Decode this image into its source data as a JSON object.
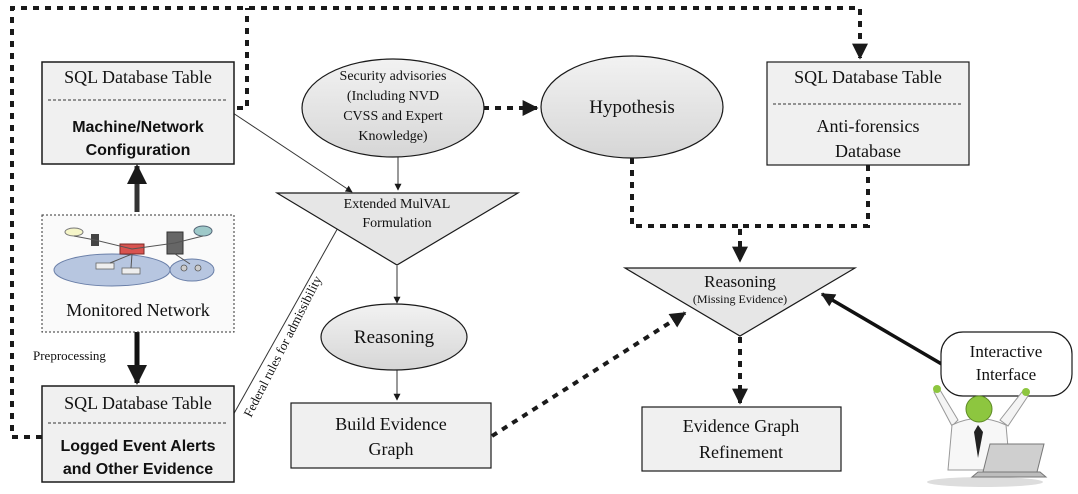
{
  "nodes": {
    "db_machine": {
      "header": "SQL Database Table",
      "lines": [
        "Machine/Network",
        "Configuration"
      ]
    },
    "monitored": {
      "label": "Monitored Network"
    },
    "db_logged": {
      "header": "SQL Database Table",
      "lines": [
        "Logged Event Alerts",
        "and Other Evidence"
      ]
    },
    "advisories": {
      "lines": [
        "Security advisories",
        "(Including NVD",
        "CVSS and Expert",
        "Knowledge)"
      ]
    },
    "hypothesis": {
      "label": "Hypothesis"
    },
    "db_antiforensics": {
      "header": "SQL Database Table",
      "lines": [
        "Anti-forensics",
        "Database"
      ]
    },
    "mulval": {
      "lines": [
        "Extended MulVAL",
        "Formulation"
      ]
    },
    "reasoning": {
      "label": "Reasoning"
    },
    "build_graph": {
      "lines": [
        "Build Evidence",
        "Graph"
      ]
    },
    "reasoning_missing": {
      "title": "Reasoning",
      "subtitle": "(Missing Evidence)"
    },
    "refinement": {
      "lines": [
        "Evidence Graph",
        "Refinement"
      ]
    },
    "interactive": {
      "lines": [
        "Interactive",
        "Interface"
      ]
    }
  },
  "edge_labels": {
    "preprocessing": "Preprocessing",
    "federal_rules": "Federal rules for admissibility"
  },
  "colors": {
    "box_fill": "#f0f0f0",
    "ellipse_fill": "#e2e2e2",
    "stroke": "#1a1a1a",
    "person_head": "#8dc63f",
    "person_shirt": "#ffffff",
    "tie": "#222222"
  },
  "icons": [
    "network-diagram-icon",
    "user-at-laptop-icon"
  ]
}
